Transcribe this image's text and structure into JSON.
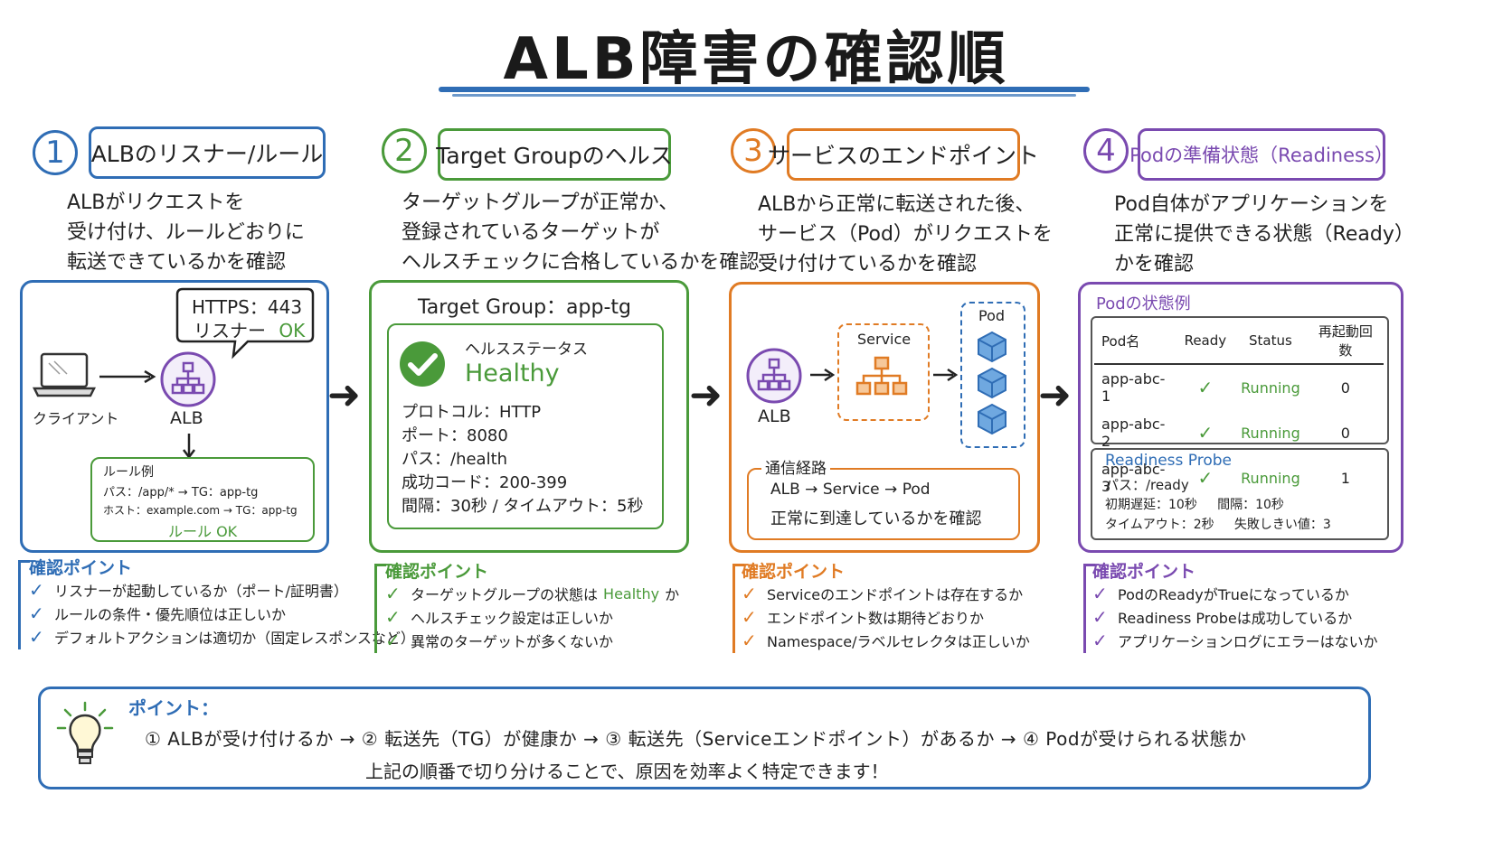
{
  "title": "ALB障害の確認順",
  "colors": {
    "blue": "#2f6db5",
    "green": "#4a9a3a",
    "orange": "#e07b24",
    "purple": "#7a4ab0"
  },
  "steps": [
    {
      "number": "1",
      "title": "ALBのリスナー/ルール",
      "description": "ALBがリクエストを\n受け付け、ルールどおりに\n転送できているかを確認",
      "client_label": "クライアント",
      "alb_label": "ALB",
      "listener_bubble": {
        "line1": "HTTPS：443",
        "line2_prefix": "リスナー",
        "line2_status": "OK"
      },
      "rule_box": {
        "title": "ルール例",
        "row1": "パス：/app/*  →  TG：app-tg",
        "row2": "ホスト：example.com  →  TG：app-tg",
        "status": "ルール OK"
      },
      "checks_title": "確認ポイント",
      "checks": [
        "リスナーが起動しているか（ポート/証明書）",
        "ルールの条件・優先順位は正しいか",
        "デフォルトアクションは適切か（固定レスポンスなど）"
      ],
      "icons": [
        "laptop-icon",
        "alb-icon",
        "chat-bubble-icon",
        "check-icon"
      ]
    },
    {
      "number": "2",
      "title": "Target Groupのヘルス",
      "description": "ターゲットグループが正常か、\n登録されているターゲットが\nヘルスチェックに合格しているかを確認",
      "tg_name": "Target Group：app-tg",
      "health_label": "ヘルスステータス",
      "health_value": "Healthy",
      "details": [
        "プロトコル：HTTP",
        "ポート：8080",
        "パス：/health",
        "成功コード：200-399",
        "間隔：30秒 / タイムアウト：5秒"
      ],
      "checks_title": "確認ポイント",
      "checks_prefix_1": "ターゲットグループの状態は",
      "checks_highlight_1": "Healthy",
      "checks_suffix_1": "か",
      "checks": [
        "ヘルスチェック設定は正しいか",
        "異常のターゲットが多くないか"
      ],
      "icons": [
        "healthy-check-icon",
        "check-icon"
      ]
    },
    {
      "number": "3",
      "title": "サービスのエンドポイント",
      "description": "ALBから正常に転送された後、\nサービス（Pod）がリクエストを\n受け付けているかを確認",
      "alb_label": "ALB",
      "service_label": "Service",
      "pod_label": "Pod",
      "route_title": "通信経路",
      "route_line1": "ALB → Service → Pod",
      "route_line2": "正常に到達しているかを確認",
      "checks_title": "確認ポイント",
      "checks": [
        "Serviceのエンドポイントは存在するか",
        "エンドポイント数は期待どおりか",
        "Namespace/ラベルセレクタは正しいか"
      ],
      "icons": [
        "alb-icon",
        "service-icon",
        "pod-cube-icon",
        "check-icon"
      ]
    },
    {
      "number": "4",
      "title": "Podの準備状態（Readiness）",
      "description": "Pod自体がアプリケーションを\n正常に提供できる状態（Ready）\nかを確認",
      "pod_section_title": "Podの状態例",
      "table": {
        "headers": [
          "Pod名",
          "Ready",
          "Status",
          "再起動回数"
        ],
        "rows": [
          [
            "app-abc-1",
            "✓",
            "Running",
            "0"
          ],
          [
            "app-abc-2",
            "✓",
            "Running",
            "0"
          ],
          [
            "app-abc-3",
            "✓",
            "Running",
            "1"
          ]
        ]
      },
      "probe": {
        "title": "Readiness Probe",
        "line1": "パス：/ready",
        "line2": "初期遅延：10秒     間隔：10秒",
        "line3": "タイムアウト：2秒     失敗しきい値：3"
      },
      "checks_title": "確認ポイント",
      "checks": [
        "PodのReadyがTrueになっているか",
        "Readiness Probeは成功しているか",
        "アプリケーションログにエラーはないか"
      ],
      "icons": [
        "check-icon"
      ]
    }
  ],
  "point": {
    "label": "ポイント：",
    "flow": "① ALBが受け付けるか → ② 転送先（TG）が健康か → ③ 転送先（Serviceエンドポイント）があるか → ④ Podが受けられる状態か",
    "summary": "上記の順番で切り分けることで、原因を効率よく特定できます！",
    "icon": "lightbulb-icon"
  },
  "arrow_glyph": "➜"
}
